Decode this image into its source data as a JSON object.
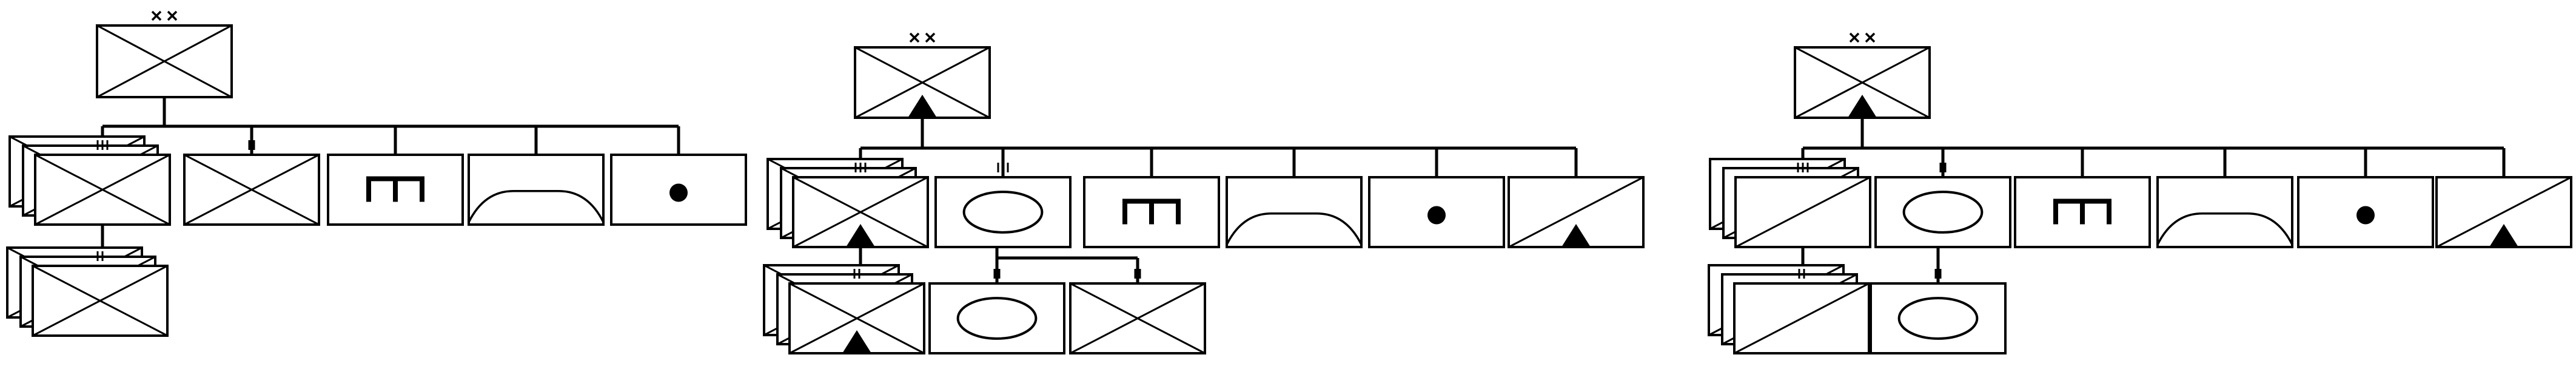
{
  "colors": {
    "stroke": "#000000",
    "fill": "#ffffff",
    "background": "#ffffff"
  },
  "symbol_sets": [
    {
      "id": "set-1",
      "hq": {
        "echelon": "XX",
        "modifier": "infantry"
      },
      "row1": [
        {
          "echelon": "III",
          "modifier": "infantry",
          "stacked": true
        },
        {
          "echelon": "II",
          "modifier": "infantry"
        },
        {
          "echelon": "I",
          "modifier": "engineer"
        },
        {
          "echelon": "I",
          "modifier": "recon-curve"
        },
        {
          "echelon": "I",
          "modifier": "dot"
        }
      ],
      "row2": [
        {
          "echelon": "II",
          "modifier": "infantry",
          "stacked": true
        }
      ]
    },
    {
      "id": "set-2",
      "hq": {
        "echelon": "XX",
        "modifier": "infantry",
        "triangle": true
      },
      "row1": [
        {
          "echelon": "III",
          "modifier": "infantry",
          "stacked": true,
          "triangle": true
        },
        {
          "echelon": "III",
          "modifier": "armor"
        },
        {
          "echelon": "I",
          "modifier": "engineer"
        },
        {
          "echelon": "I",
          "modifier": "recon-curve"
        },
        {
          "echelon": "I",
          "modifier": "dot"
        },
        {
          "echelon": "I",
          "modifier": "cavalry",
          "triangle": true
        }
      ],
      "row2": [
        {
          "echelon": "II",
          "modifier": "infantry",
          "stacked": true,
          "triangle": true
        },
        {
          "echelon": "II",
          "modifier": "armor"
        },
        {
          "echelon": "II",
          "modifier": "infantry"
        }
      ]
    },
    {
      "id": "set-3",
      "hq": {
        "echelon": "XX",
        "modifier": "infantry",
        "triangle": true
      },
      "row1": [
        {
          "echelon": "III",
          "modifier": "cavalry",
          "stacked": true
        },
        {
          "echelon": "II",
          "modifier": "armor"
        },
        {
          "echelon": "I",
          "modifier": "engineer"
        },
        {
          "echelon": "I",
          "modifier": "recon-curve"
        },
        {
          "echelon": "I",
          "modifier": "dot"
        },
        {
          "echelon": "I",
          "modifier": "cavalry",
          "triangle": true
        }
      ],
      "row2": [
        {
          "echelon": "II",
          "modifier": "cavalry",
          "stacked": true
        },
        {
          "echelon": "II",
          "modifier": "armor"
        }
      ]
    }
  ]
}
